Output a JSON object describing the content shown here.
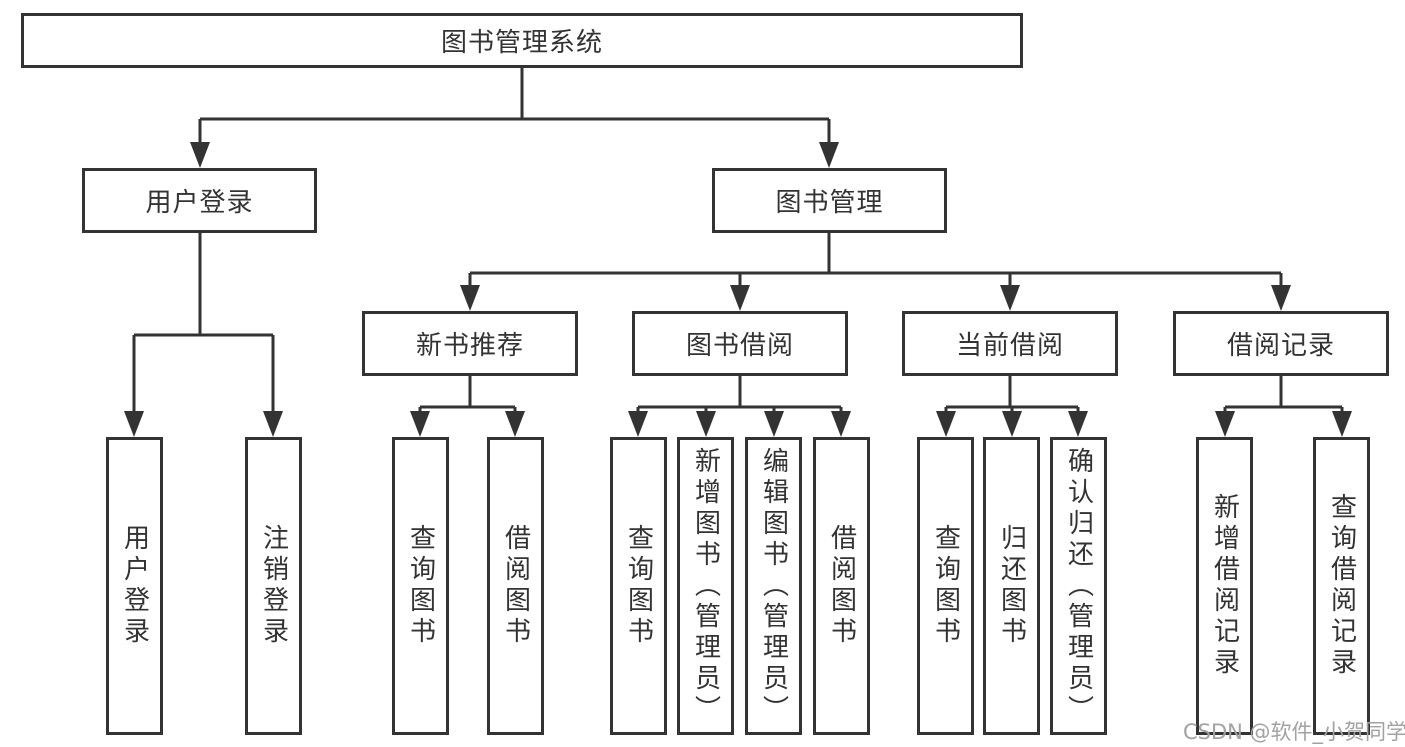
{
  "diagram": {
    "root_label": "图书管理系统",
    "level2": [
      {
        "label": "用户登录"
      },
      {
        "label": "图书管理"
      }
    ],
    "level3": [
      {
        "label": "新书推荐"
      },
      {
        "label": "图书借阅"
      },
      {
        "label": "当前借阅"
      },
      {
        "label": "借阅记录"
      }
    ],
    "leaves": {
      "user_login": [
        "用户登录",
        "注销登录"
      ],
      "new_books": [
        "查询图书",
        "借阅图书"
      ],
      "book_borrow": [
        "查询图书",
        "新增图书（管理员）",
        "编辑图书（管理员）",
        "借阅图书"
      ],
      "current_borrow": [
        "查询图书",
        "归还图书",
        "确认归还（管理员）"
      ],
      "borrow_records": [
        "新增借阅记录",
        "查询借阅记录"
      ]
    }
  },
  "watermark": "CSDN @软件_小贺同学",
  "colors": {
    "line": "#333333",
    "text": "#333333",
    "box_background": "#ffffff",
    "watermark": "#a2a2a2",
    "background": "#ffffff"
  }
}
